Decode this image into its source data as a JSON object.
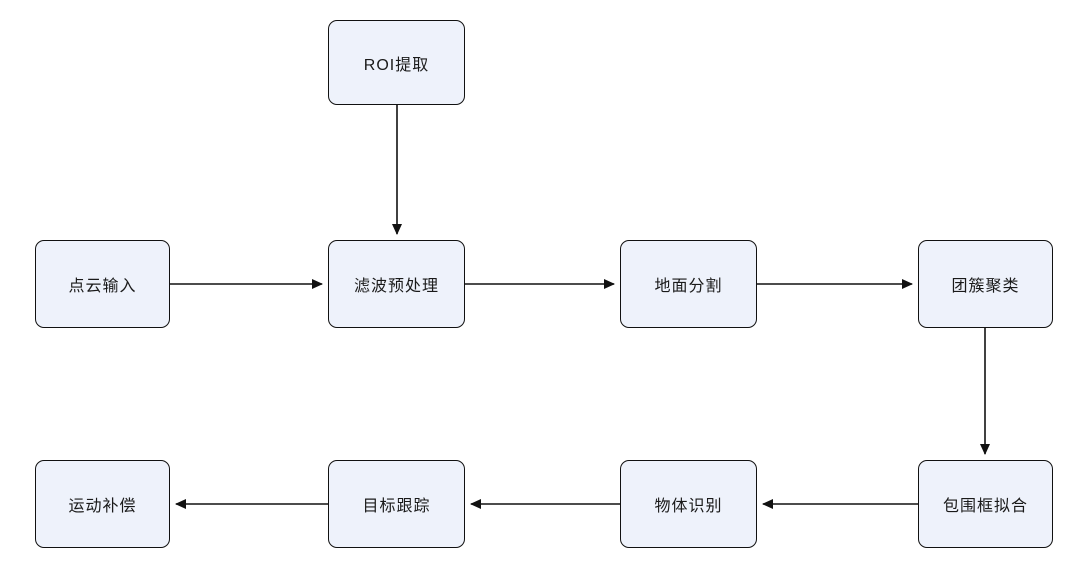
{
  "diagram": {
    "type": "flowchart",
    "description": "Point cloud processing pipeline flowchart",
    "nodes": [
      {
        "id": "roi-extraction",
        "label": "ROI提取"
      },
      {
        "id": "point-cloud-input",
        "label": "点云输入"
      },
      {
        "id": "filter-preprocessing",
        "label": "滤波预处理"
      },
      {
        "id": "ground-segmentation",
        "label": "地面分割"
      },
      {
        "id": "cluster-clustering",
        "label": "团簇聚类"
      },
      {
        "id": "bounding-box-fitting",
        "label": "包围框拟合"
      },
      {
        "id": "object-recognition",
        "label": "物体识别"
      },
      {
        "id": "target-tracking",
        "label": "目标跟踪"
      },
      {
        "id": "motion-compensation",
        "label": "运动补偿"
      }
    ],
    "edges": [
      {
        "from": "ROI提取",
        "to": "滤波预处理",
        "direction": "down"
      },
      {
        "from": "点云输入",
        "to": "滤波预处理",
        "direction": "right"
      },
      {
        "from": "滤波预处理",
        "to": "地面分割",
        "direction": "right"
      },
      {
        "from": "地面分割",
        "to": "团簇聚类",
        "direction": "right"
      },
      {
        "from": "团簇聚类",
        "to": "包围框拟合",
        "direction": "down"
      },
      {
        "from": "包围框拟合",
        "to": "物体识别",
        "direction": "left"
      },
      {
        "from": "物体识别",
        "to": "目标跟踪",
        "direction": "left"
      },
      {
        "from": "目标跟踪",
        "to": "运动补偿",
        "direction": "left"
      }
    ],
    "colors": {
      "node_fill": "#eef2fb",
      "node_border": "#111111",
      "edge": "#111111",
      "background": "#ffffff"
    }
  }
}
